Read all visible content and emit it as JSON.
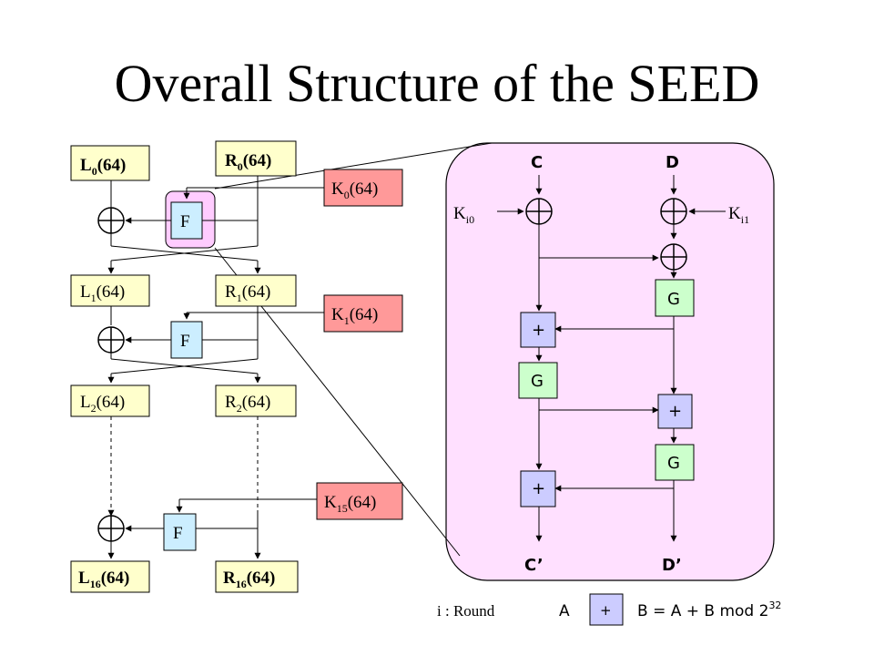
{
  "title": "Overall Structure of the SEED",
  "left": {
    "L0": {
      "base": "L",
      "sub": "0",
      "tail": "(64)"
    },
    "R0": {
      "base": "R",
      "sub": "0",
      "tail": "(64)"
    },
    "K0": {
      "base": "K",
      "sub": "0",
      "tail": "(64)"
    },
    "L1": {
      "base": "L",
      "sub": "1",
      "tail": "(64)"
    },
    "R1": {
      "base": "R",
      "sub": "1",
      "tail": "(64)"
    },
    "K1": {
      "base": "K",
      "sub": "1",
      "tail": "(64)"
    },
    "L2": {
      "base": "L",
      "sub": "2",
      "tail": "(64)"
    },
    "R2": {
      "base": "R",
      "sub": "2",
      "tail": "(64)"
    },
    "K15": {
      "base": "K",
      "sub": "15",
      "tail": "(64)"
    },
    "L16": {
      "base": "L",
      "sub": "16",
      "tail": "(64)"
    },
    "R16": {
      "base": "R",
      "sub": "16",
      "tail": "(64)"
    },
    "f_label": "F"
  },
  "right": {
    "C": "C",
    "D": "D",
    "C_out": "C’",
    "D_out": "D’",
    "Ki0": {
      "base": "K",
      "sub": "i0"
    },
    "Ki1": {
      "base": "K",
      "sub": "i1"
    },
    "g_label": "G",
    "plus_label": "+"
  },
  "legend": {
    "round_text": "i : Round",
    "a": "A",
    "plus": "+",
    "formula": "B = A + B  mod 2",
    "exp": "32"
  },
  "colors": {
    "yellow": "#FFFFCC",
    "red": "#FF9999",
    "blue": "#CCEEFF",
    "green": "#CCFFCC",
    "violet": "#CCCCFF",
    "panel": "#FFE0FF"
  }
}
